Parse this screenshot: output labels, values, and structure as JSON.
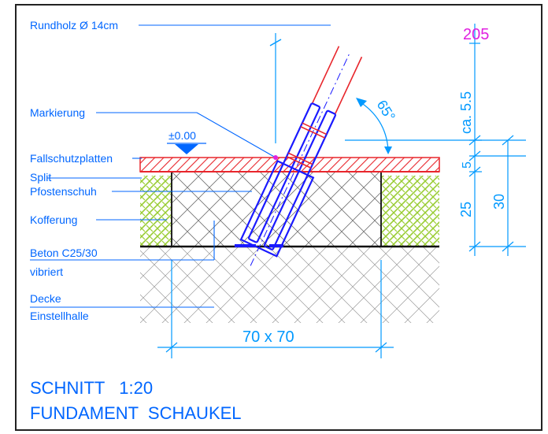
{
  "drawing": {
    "sheet_number": "205",
    "title_line1": "SCHNITT   1:20",
    "title_line2": "FUNDAMENT  SCHAUKEL"
  },
  "labels": {
    "rundholz": "Rundholz Ø 14cm",
    "markierung": "Markierung",
    "fallschutz": "Fallschutzplatten",
    "split": "Split",
    "pfostenschuh": "Pfostenschuh",
    "kofferung": "Kofferung",
    "beton_line1": "Beton C25/30",
    "beton_line2": "vibriert",
    "decke_line1": "Decke",
    "decke_line2": "Einstellhalle",
    "level": "±0.00"
  },
  "dimensions": {
    "angle": "65°",
    "ca": "ca. 5.5",
    "d5": "5",
    "d25": "25",
    "d30": "30",
    "footing": "70 x 70"
  },
  "colors": {
    "annotation_blue": "#0066ff",
    "dim_blue": "#0099ff",
    "post_blue": "#1a1aff",
    "hatch_red": "#e8262c",
    "gravel_green": "#99cc33",
    "concrete_grey": "#555555",
    "magenta": "#e020e0",
    "frame": "#222222"
  }
}
